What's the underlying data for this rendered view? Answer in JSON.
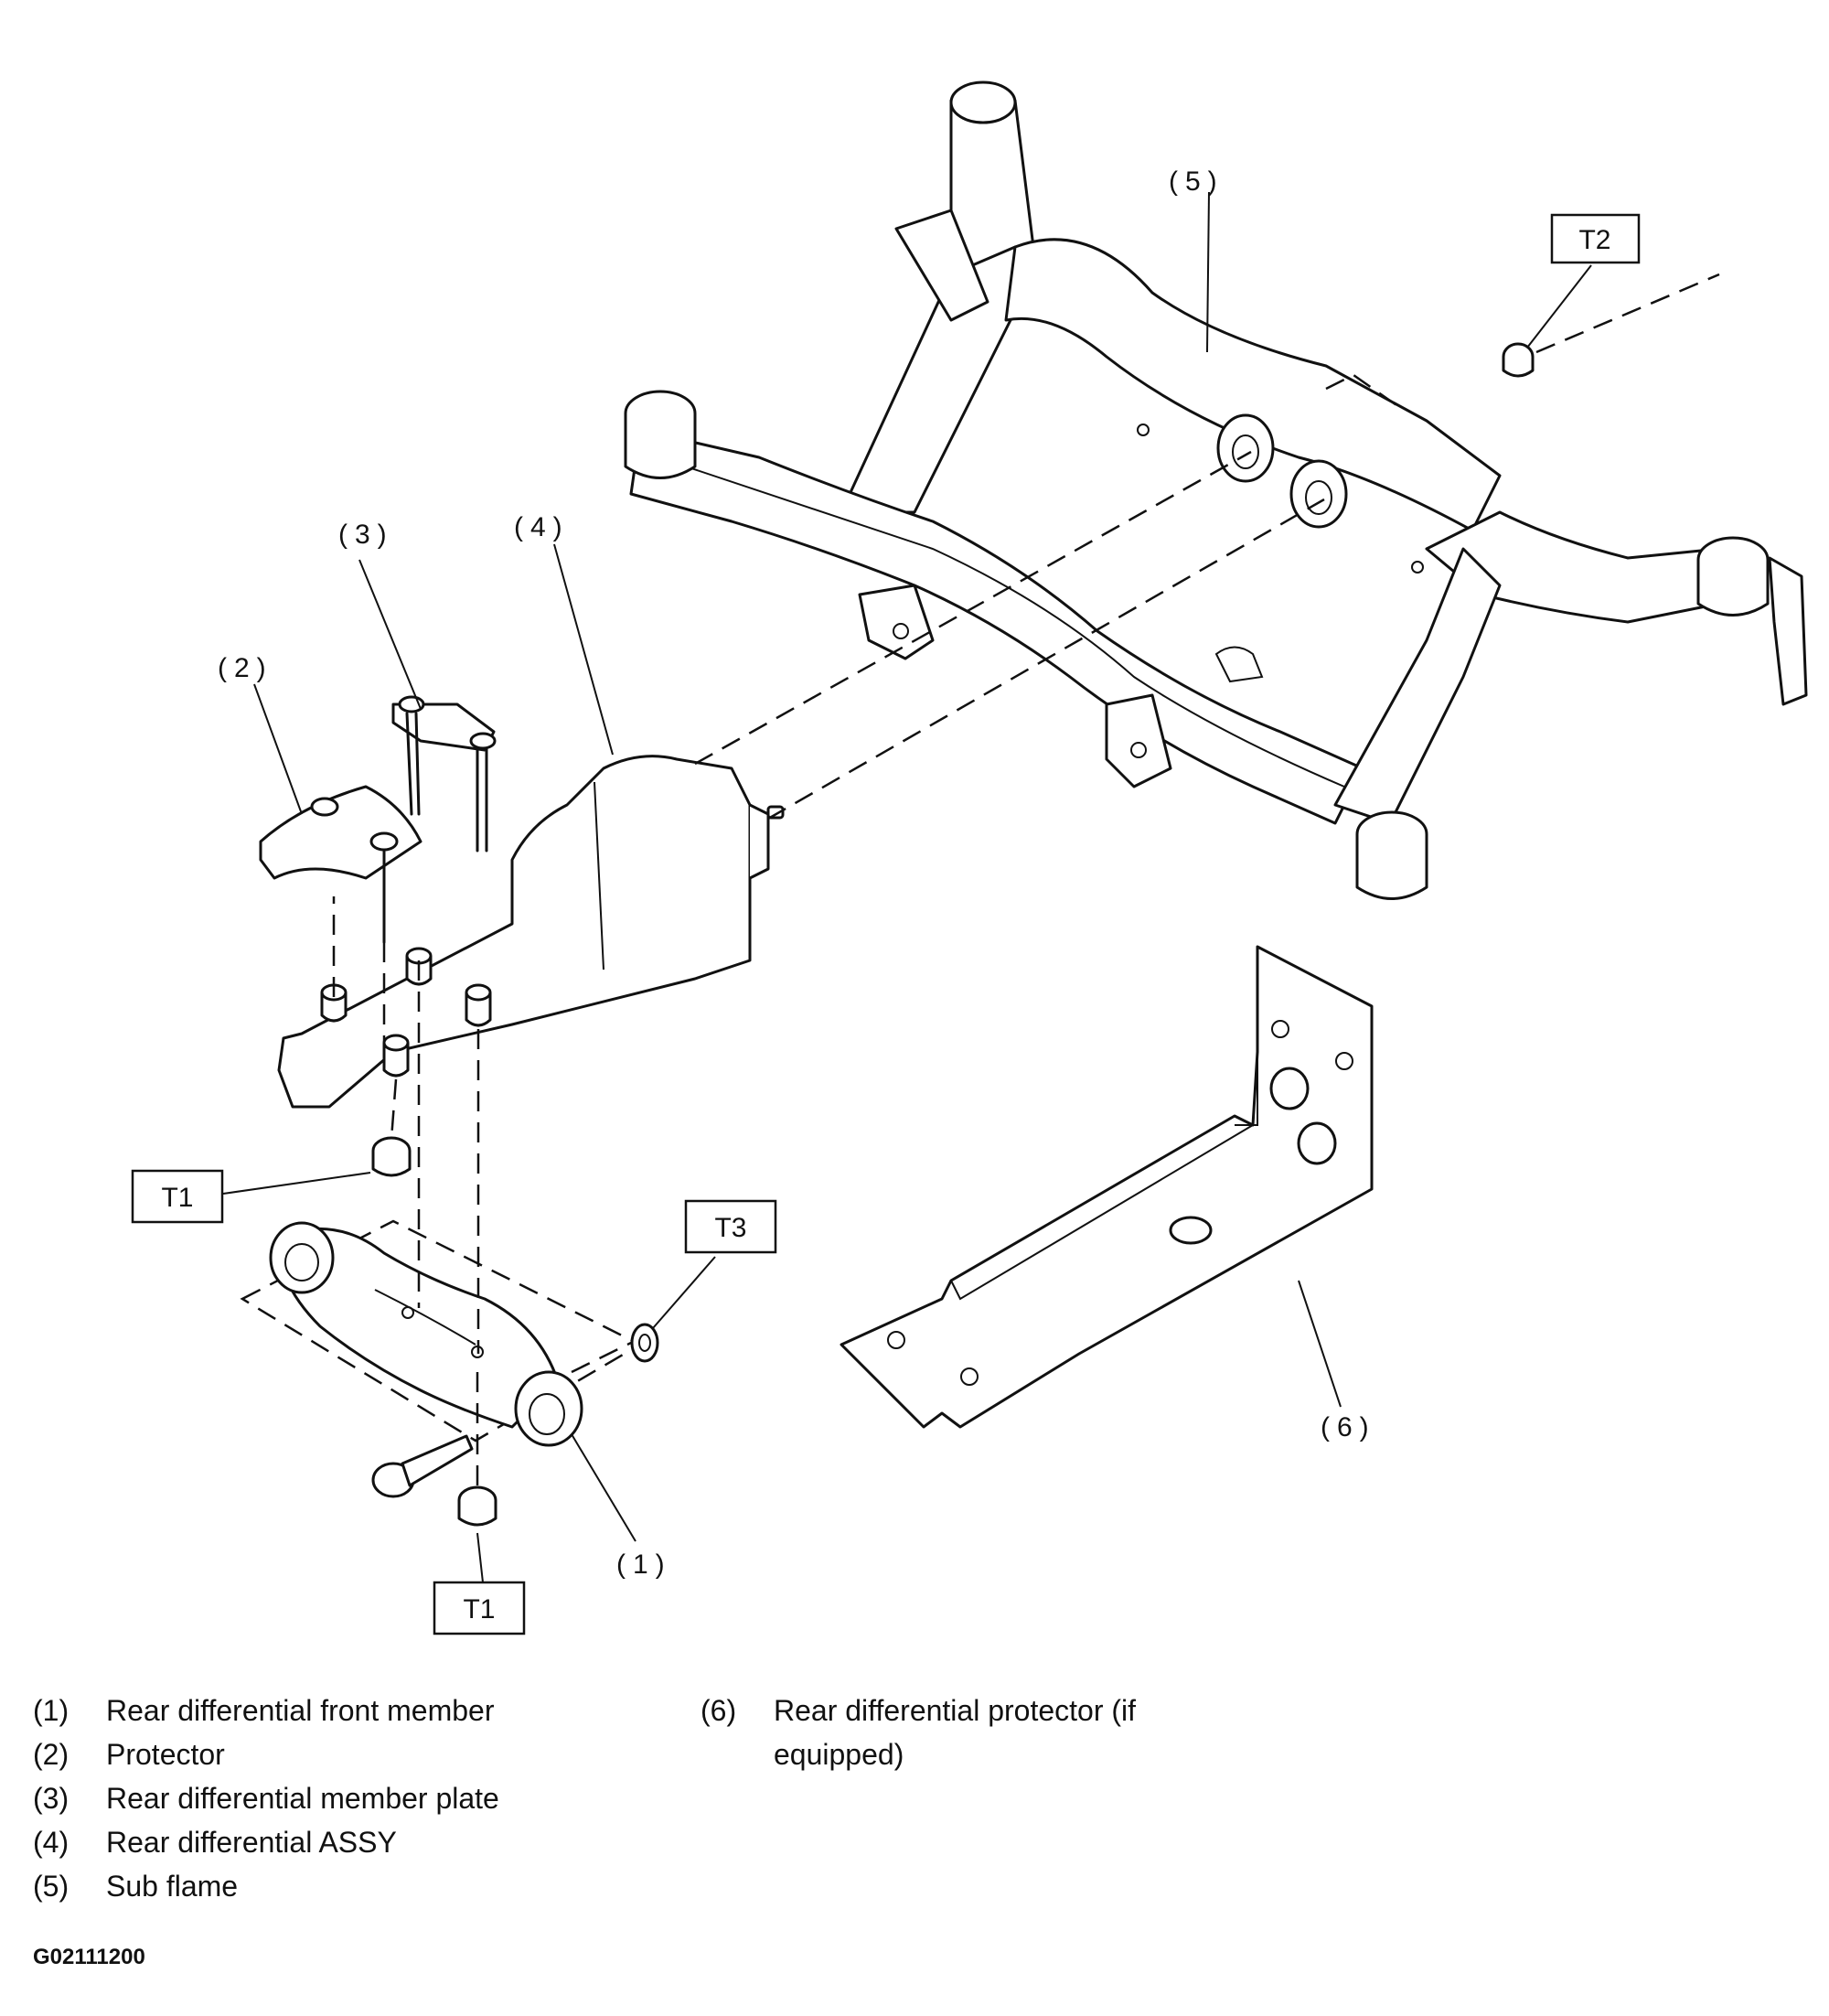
{
  "callouts": {
    "c1": "(1)",
    "c2": "(2)",
    "c3": "(3)",
    "c4": "(4)",
    "c5": "(5)",
    "c6": "(6)"
  },
  "torque_labels": {
    "t1_upper": "T1",
    "t1_lower": "T1",
    "t2": "T2",
    "t3": "T3"
  },
  "legend": {
    "items": [
      {
        "num": "(1)",
        "text": "Rear differential front member"
      },
      {
        "num": "(2)",
        "text": "Protector"
      },
      {
        "num": "(3)",
        "text": "Rear differential member plate"
      },
      {
        "num": "(4)",
        "text": "Rear differential ASSY"
      },
      {
        "num": "(5)",
        "text": "Sub flame"
      },
      {
        "num": "(6)",
        "text": "Rear differential protector (if"
      },
      {
        "num": "",
        "text": "equipped)"
      }
    ]
  },
  "figure_id": "G02111200"
}
